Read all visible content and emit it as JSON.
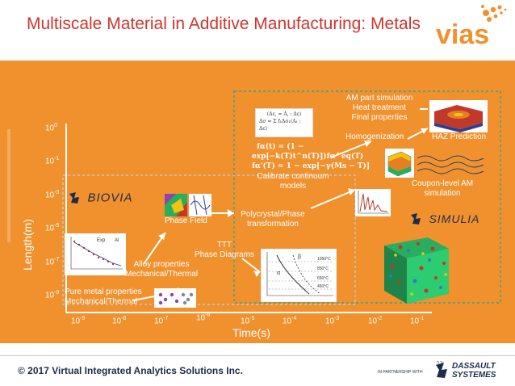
{
  "title": "Multiscale Material in Additive Manufacturing: Metals",
  "brand": {
    "vias_logo": "vias",
    "dassault_tag": "IN PARTNERSHIP WITH",
    "dassault_name_1": "DASSAULT",
    "dassault_name_2": "SYSTEMES"
  },
  "colors": {
    "panel": "#f0912e",
    "title": "#d0342c",
    "footer": "#1c2d4a"
  },
  "axis": {
    "ylabel": "Length(m)",
    "xlabel": "Time(s)",
    "y_ticks": [
      {
        "base": "10",
        "exp": "0"
      },
      {
        "base": "10",
        "exp": "-1"
      },
      {
        "base": "10",
        "exp": "-3"
      },
      {
        "base": "10",
        "exp": "-5"
      },
      {
        "base": "10",
        "exp": "-7"
      },
      {
        "base": "10",
        "exp": "-9"
      }
    ],
    "x_ticks": [
      {
        "base": "10",
        "exp": "-9"
      },
      {
        "base": "10",
        "exp": "-8"
      },
      {
        "base": "10",
        "exp": "-7"
      },
      {
        "base": "10",
        "exp": "-6"
      },
      {
        "base": "10",
        "exp": "-5"
      },
      {
        "base": "10",
        "exp": "-4"
      },
      {
        "base": "10",
        "exp": "-3"
      },
      {
        "base": "10",
        "exp": "-2"
      },
      {
        "base": "10",
        "exp": "-1"
      }
    ]
  },
  "logos": {
    "biovia": "BIOVIA",
    "simulia": "SIMULIA"
  },
  "labels": {
    "am_part_1": "AM part simulation",
    "am_part_2": "Heat treatment",
    "am_part_3": "Final properties",
    "homogenization": "Homogenization",
    "haz": "HAZ Prediction",
    "calibrate_1": "Calibrate continuum",
    "calibrate_2": "models",
    "coupon_1": "Coupon-level AM",
    "coupon_2": "simulation",
    "polycrystal_1": "Polycrystal/Phase",
    "polycrystal_2": "transformation",
    "phase_field": "Phase Field",
    "ttt_1": "TTT",
    "ttt_2": "Phase Diagrams",
    "alloy_1": "Alloy properties",
    "alloy_2": "Mechanical/Thermal",
    "pure_1": "Pure metal properties",
    "pure_2": "Mechanical/Thermal"
  },
  "equations": {
    "eq1": "fα(t) = (1 −",
    "eq2": "exp[−k(T)t^n(T)])fα^eq(T)",
    "eq3": "fα'(T) = 1 − exp[−γ(Ms − T)]"
  },
  "plot_snippet": {
    "legend": "Exp",
    "element": "Al"
  },
  "ttt_snippet": {
    "beta": "β",
    "alpha": "α",
    "t1": "1050°C",
    "t2": "850°C",
    "t3": "650°C",
    "t4": "450°C"
  },
  "footer": {
    "copyright": "© 2017 Virtual Integrated Analytics Solutions Inc.",
    "page": "33"
  }
}
